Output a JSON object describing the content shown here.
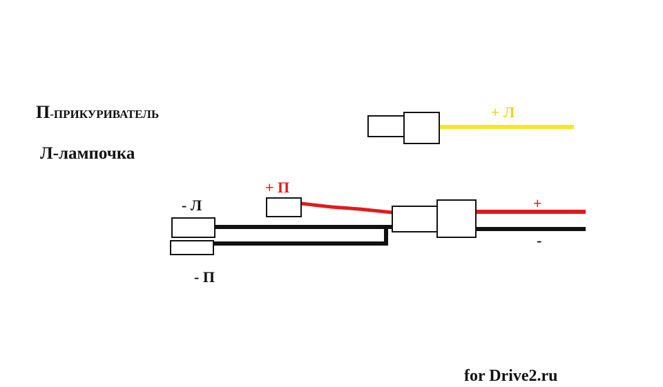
{
  "legend": {
    "line1": {
      "letter": "П",
      "text": "-ПРИКУРИВАТЕЛЬ"
    },
    "line2": {
      "letter": "Л",
      "text": "-лампочка"
    }
  },
  "labels": {
    "plus_lamp": "+ Л",
    "plus_lighter": "+ П",
    "minus_lamp": "- Л",
    "minus_lighter": "- П",
    "plus_main": "+",
    "minus_main": "-"
  },
  "watermark": "for Drive2.ru",
  "colors": {
    "yellow_wire": "#f5e72a",
    "red_wire": "#e01b1b",
    "black_wire": "#111111",
    "red_label": "#e02020",
    "yellow_label": "#f2d41f",
    "connector_stroke": "#111111"
  }
}
